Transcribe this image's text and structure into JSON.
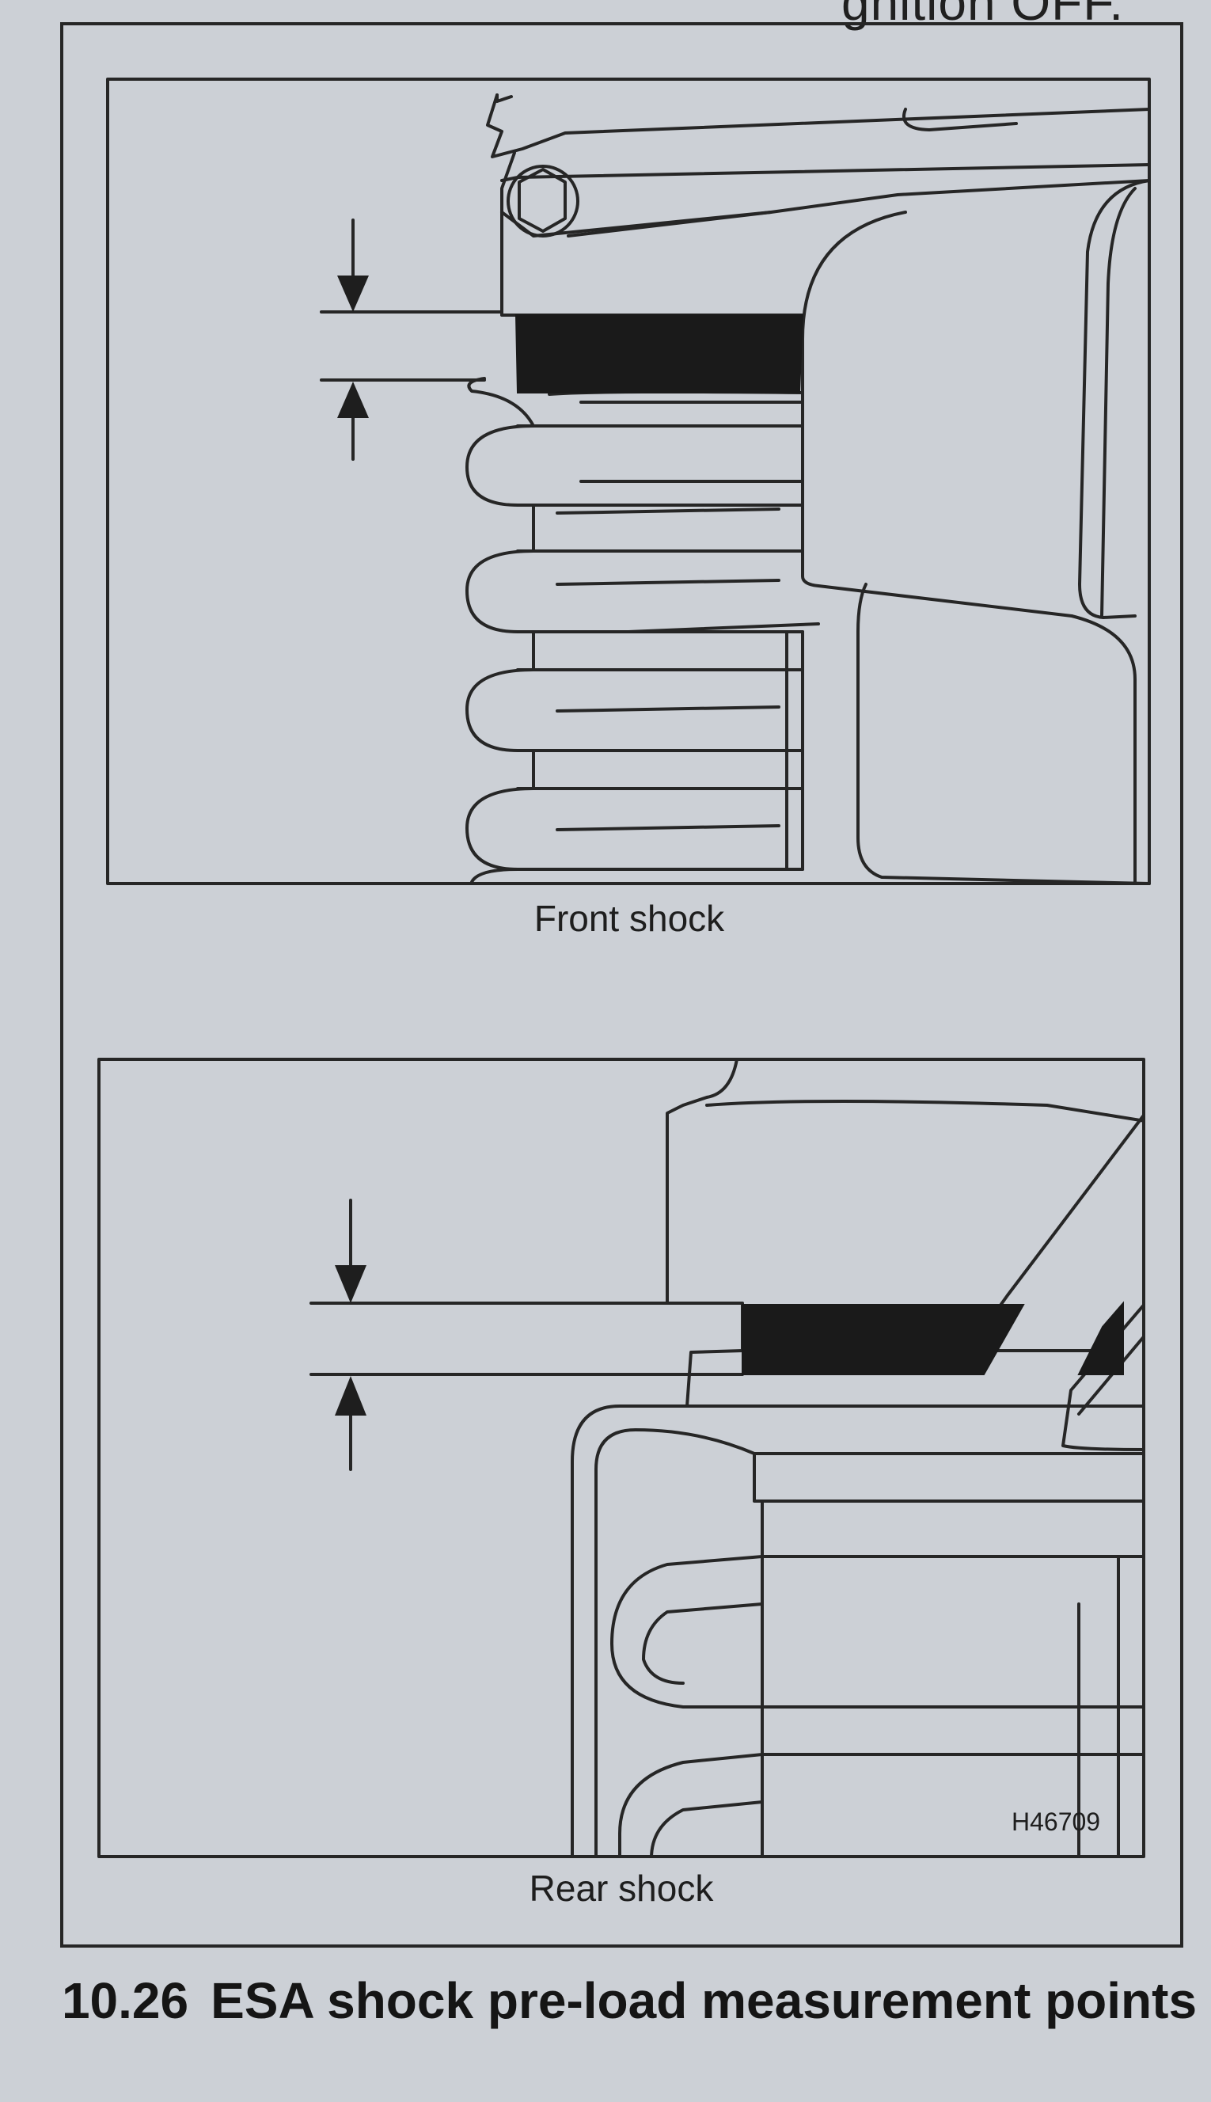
{
  "page_header_fragment": "gnition OFF.",
  "figure": {
    "number": "10.26",
    "title": "ESA shock pre-load measurement points",
    "code": "H46709",
    "panels": [
      {
        "caption": "Front shock"
      },
      {
        "caption": "Rear shock"
      }
    ]
  },
  "colors": {
    "paper": "#ccd0d6",
    "line": "#262626",
    "measurement_band": "#1a1a1a"
  }
}
